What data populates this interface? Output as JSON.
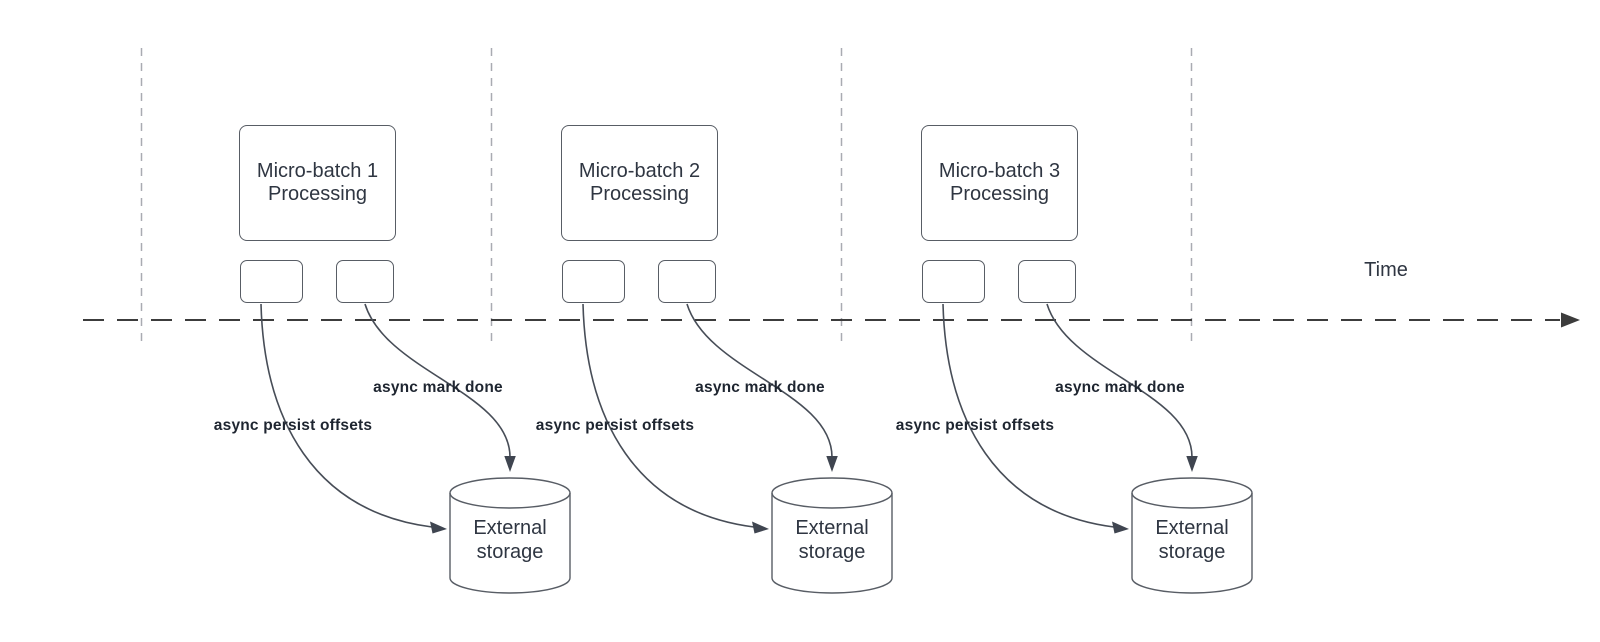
{
  "time_axis": {
    "label": "Time"
  },
  "groups": [
    {
      "processing_label": "Micro-batch 1\nProcessing",
      "persist_arrow_label": "async persist offsets",
      "mark_done_arrow_label": "async mark done",
      "storage_label": "External\nstorage"
    },
    {
      "processing_label": "Micro-batch 2\nProcessing",
      "persist_arrow_label": "async persist offsets",
      "mark_done_arrow_label": "async mark done",
      "storage_label": "External\nstorage"
    },
    {
      "processing_label": "Micro-batch 3\nProcessing",
      "persist_arrow_label": "async persist offsets",
      "mark_done_arrow_label": "async mark done",
      "storage_label": "External\nstorage"
    }
  ],
  "colors": {
    "background": "#ffffff",
    "shape_stroke": "#585d65",
    "arrow_stroke": "#474d57",
    "arrowhead_fill": "#3f4550",
    "divider_stroke": "#a9abb2",
    "axis_stroke": "#3c3c3c",
    "shape_text": "#2f3642",
    "arrow_label_text": "#1e2530"
  }
}
